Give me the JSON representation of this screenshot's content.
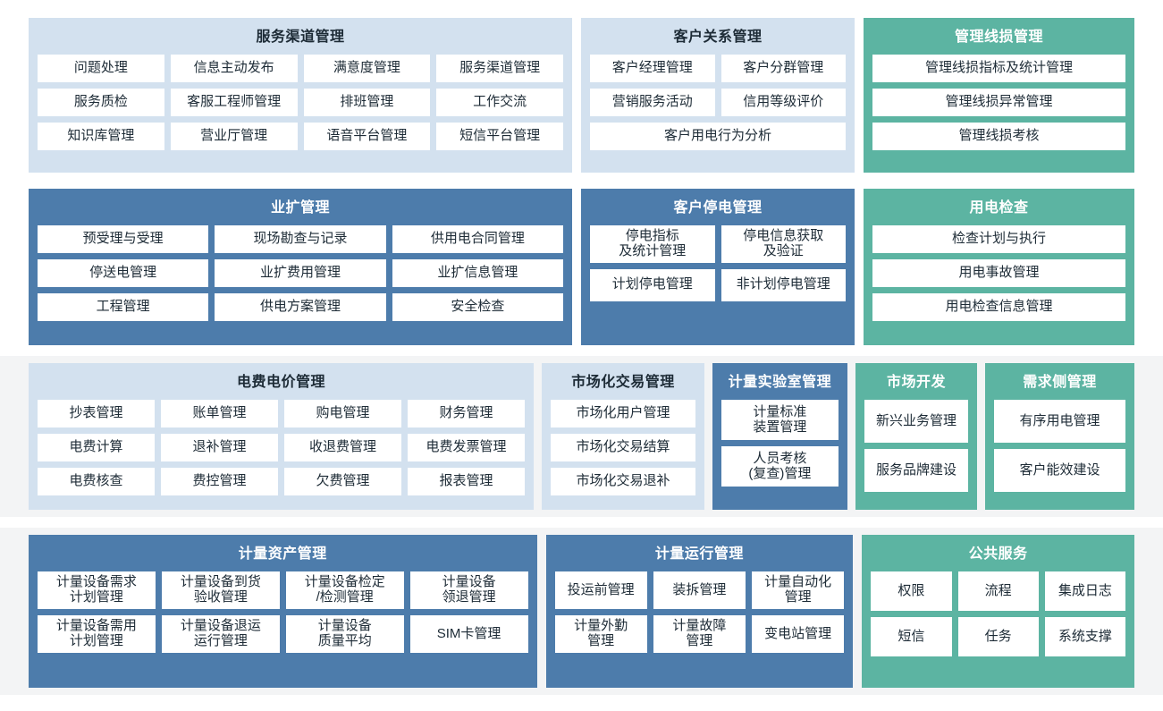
{
  "theme": {
    "page_background": "#ffffff",
    "shell_background": "#f3f4f5",
    "light_blue": "#d3e1ef",
    "blue": "#4d7cab",
    "green": "#5cb4a2",
    "cell_background": "#ffffff",
    "dark_text": "#1d2b36",
    "light_text": "#ffffff"
  },
  "rows": [
    {
      "id": "row-1",
      "panels": [
        {
          "id": "service-channel-management",
          "title": "服务渠道管理",
          "color": "light_blue",
          "columns": 4,
          "items": [
            "问题处理",
            "信息主动发布",
            "满意度管理",
            "服务渠道管理",
            "服务质检",
            "客服工程师管理",
            "排班管理",
            "工作交流",
            "知识库管理",
            "营业厅管理",
            "语音平台管理",
            "短信平台管理"
          ]
        },
        {
          "id": "customer-relationship-management",
          "title": "客户关系管理",
          "color": "light_blue",
          "columns": 2,
          "items": [
            "客户经理管理",
            "客户分群管理",
            "营销服务活动",
            "信用等级评价",
            "客户用电行为分析"
          ]
        },
        {
          "id": "management-line-loss-management",
          "title": "管理线损管理",
          "color": "green",
          "columns": 1,
          "items": [
            "管理线损指标及统计管理",
            "管理线损异常管理",
            "管理线损考核"
          ]
        }
      ]
    },
    {
      "id": "row-2",
      "panels": [
        {
          "id": "business-expansion-management",
          "title": "业扩管理",
          "color": "blue",
          "columns": 3,
          "items": [
            "预受理与受理",
            "现场勘查与记录",
            "供用电合同管理",
            "停送电管理",
            "业扩费用管理",
            "业扩信息管理",
            "工程管理",
            "供电方案管理",
            "安全检查"
          ]
        },
        {
          "id": "customer-outage-management",
          "title": "客户停电管理",
          "color": "blue",
          "columns": 2,
          "items": [
            "停电指标\n及统计管理",
            "停电信息获取\n及验证",
            "计划停电管理",
            "非计划停电管理"
          ]
        },
        {
          "id": "power-consumption-inspection",
          "title": "用电检查",
          "color": "green",
          "columns": 1,
          "items": [
            "检查计划与执行",
            "用电事故管理",
            "用电检查信息管理"
          ]
        }
      ]
    },
    {
      "id": "row-3",
      "panels": [
        {
          "id": "electricity-fee-price-management",
          "title": "电费电价管理",
          "color": "light_blue",
          "columns": 4,
          "items": [
            "抄表管理",
            "账单管理",
            "购电管理",
            "财务管理",
            "电费计算",
            "退补管理",
            "收退费管理",
            "电费发票管理",
            "电费核查",
            "费控管理",
            "欠费管理",
            "报表管理"
          ]
        },
        {
          "id": "market-transaction-management",
          "title": "市场化交易管理",
          "color": "light_blue",
          "columns": 1,
          "items": [
            "市场化用户管理",
            "市场化交易结算",
            "市场化交易退补"
          ]
        },
        {
          "id": "metering-laboratory-management",
          "title": "计量实验室管理",
          "color": "blue",
          "columns": 1,
          "items": [
            "计量标准\n装置管理",
            "人员考核\n(复查)管理"
          ]
        },
        {
          "id": "market-development",
          "title": "市场开发",
          "color": "green",
          "columns": 1,
          "items": [
            "新兴业务管理",
            "服务品牌建设"
          ]
        },
        {
          "id": "demand-side-management",
          "title": "需求侧管理",
          "color": "green",
          "columns": 1,
          "items": [
            "有序用电管理",
            "客户能效建设"
          ]
        }
      ]
    },
    {
      "id": "row-4",
      "panels": [
        {
          "id": "metering-asset-management",
          "title": "计量资产管理",
          "color": "blue",
          "columns": 4,
          "items": [
            "计量设备需求\n计划管理",
            "计量设备到货\n验收管理",
            "计量设备检定\n/检测管理",
            "计量设备\n领退管理",
            "计量设备需用\n计划管理",
            "计量设备退运\n运行管理",
            "计量设备\n质量平均",
            "SIM卡管理"
          ]
        },
        {
          "id": "metering-operation-management",
          "title": "计量运行管理",
          "color": "blue",
          "columns": 3,
          "items": [
            "投运前管理",
            "装拆管理",
            "计量自动化\n管理",
            "计量外勤\n管理",
            "计量故障\n管理",
            "变电站管理"
          ]
        },
        {
          "id": "public-service",
          "title": "公共服务",
          "color": "green",
          "columns": 3,
          "items": [
            "权限",
            "流程",
            "集成日志",
            "短信",
            "任务",
            "系统支撑"
          ]
        }
      ]
    }
  ]
}
